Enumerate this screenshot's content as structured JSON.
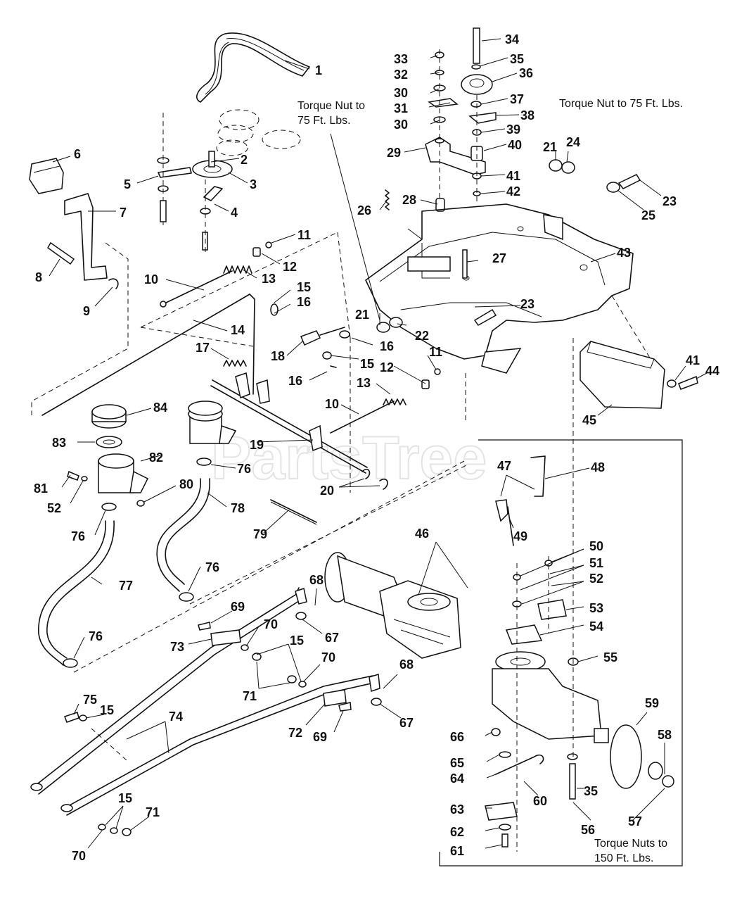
{
  "watermark": "PartsTree",
  "notes": {
    "torque_75_a_line1": "Torque Nut to",
    "torque_75_a_line2": "75 Ft. Lbs.",
    "torque_75_b": "Torque Nut to 75 Ft. Lbs.",
    "torque_150_line1": "Torque Nuts to",
    "torque_150_line2": "150 Ft. Lbs."
  },
  "callouts": [
    "1",
    "2",
    "3",
    "4",
    "5",
    "6",
    "7",
    "8",
    "9",
    "10",
    "11",
    "12",
    "13",
    "14",
    "15",
    "16",
    "15",
    "16",
    "16",
    "15",
    "17",
    "18",
    "19",
    "20",
    "21",
    "22",
    "21",
    "24",
    "23",
    "25",
    "23",
    "26",
    "27",
    "28",
    "29",
    "30",
    "31",
    "30",
    "32",
    "33",
    "34",
    "35",
    "36",
    "37",
    "38",
    "39",
    "40",
    "41",
    "42",
    "43",
    "41",
    "44",
    "45",
    "46",
    "47",
    "48",
    "49",
    "50",
    "51",
    "52",
    "53",
    "54",
    "55",
    "56",
    "35",
    "57",
    "58",
    "59",
    "60",
    "61",
    "62",
    "63",
    "64",
    "65",
    "66",
    "67",
    "68",
    "69",
    "70",
    "15",
    "71",
    "70",
    "72",
    "69",
    "73",
    "74",
    "75",
    "15",
    "15",
    "71",
    "70",
    "76",
    "76",
    "76",
    "76",
    "77",
    "78",
    "79",
    "80",
    "81",
    "52",
    "82",
    "83",
    "84",
    "10",
    "11",
    "12",
    "13",
    "67",
    "68"
  ]
}
